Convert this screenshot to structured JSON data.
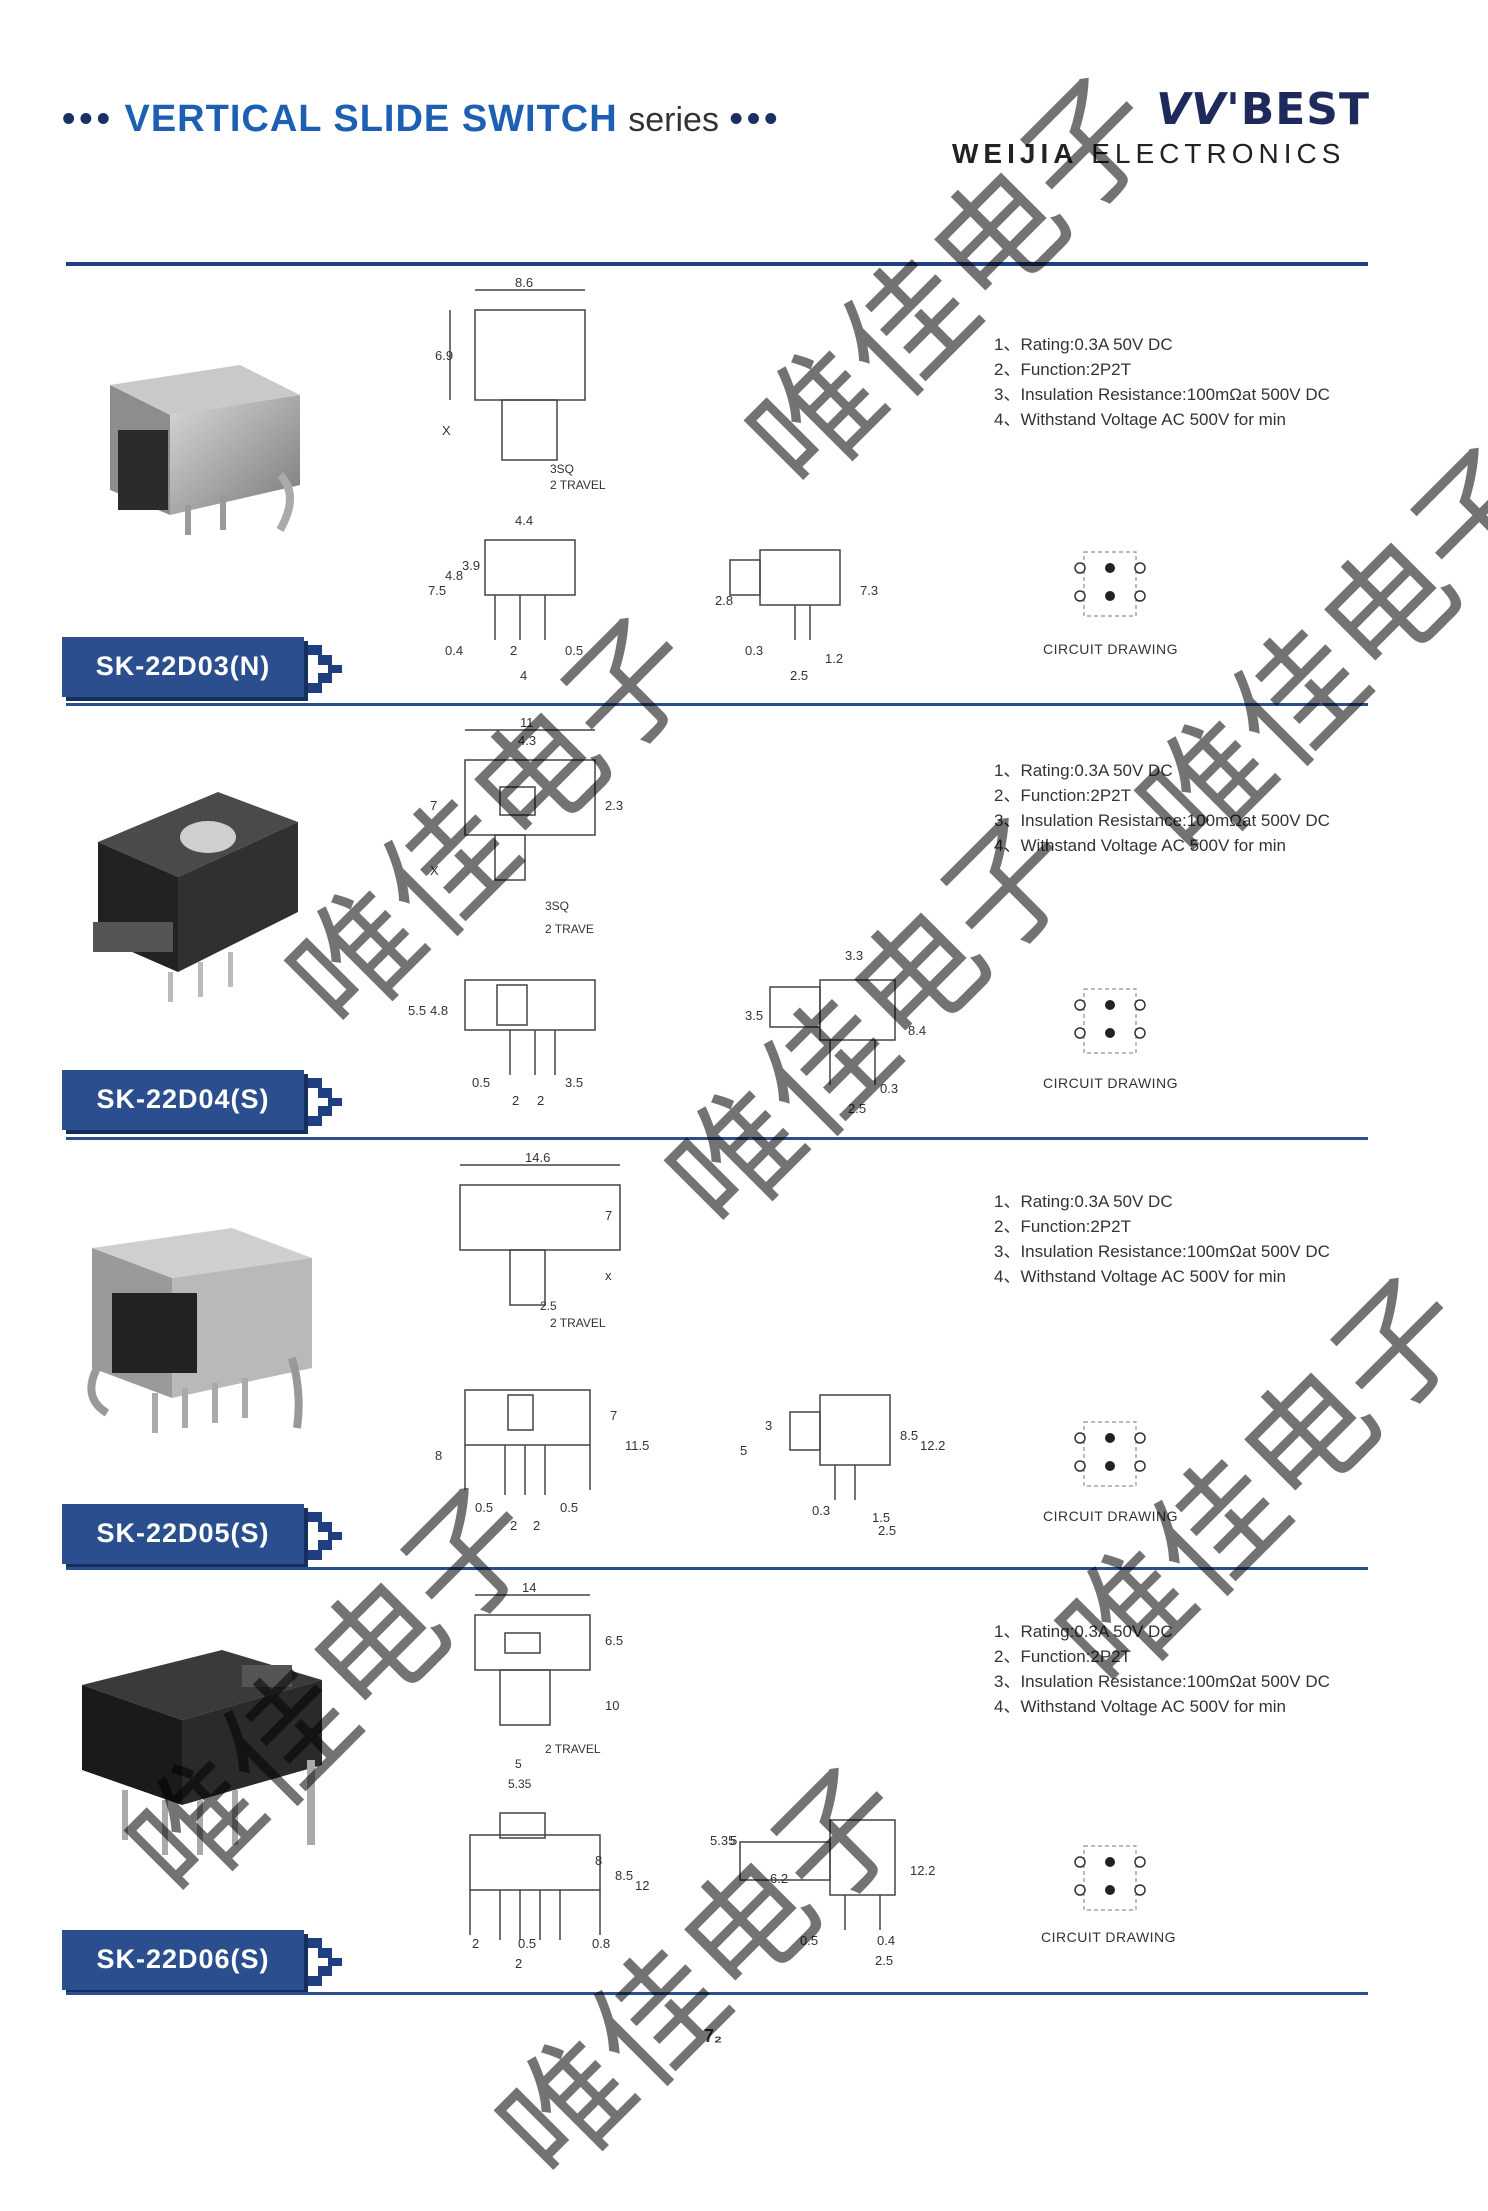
{
  "header": {
    "dots_left": "•••",
    "title": "VERTICAL SLIDE SWITCH",
    "series": "series",
    "dots_right": "•••",
    "logo_mark": "VV'",
    "logo_word": "BEST",
    "logo_sub_bold": "WEIJIA",
    "logo_sub": "ELECTRONICS"
  },
  "watermark_text": "唯佳电子",
  "products": [
    {
      "model": "SK-22D03(N)",
      "specs": [
        "1、Rating:0.3A 50V DC",
        "2、Function:2P2T",
        "3、Insulation Resistance:100mΩat 500V DC",
        "4、Withstand Voltage AC 500V for min"
      ],
      "circuit_label": "CIRCUIT DRAWING",
      "dims": {
        "w": "8.6",
        "h": "6.9",
        "x": "X",
        "sq": "3SQ",
        "travel": "2 TRAVEL",
        "pin": "4.4",
        "h1": "7.5",
        "h2": "4.8",
        "h3": "3.9",
        "p1": "0.4",
        "p2": "2",
        "p3": "0.5",
        "p4": "4",
        "s1": "2.8",
        "s2": "7.3",
        "s3": "0.3",
        "s4": "1.2",
        "s5": "2.5"
      }
    },
    {
      "model": "SK-22D04(S)",
      "specs": [
        "1、Rating:0.3A 50V DC",
        "2、Function:2P2T",
        "3、Insulation Resistance:100mΩat 500V DC",
        "4、Withstand Voltage AC 500V for min"
      ],
      "circuit_label": "CIRCUIT DRAWING",
      "dims": {
        "w": "11",
        "w2": "4.3",
        "h": "7",
        "h2": "2.3",
        "x": "X",
        "sq": "3SQ",
        "travel": "2 TRAVE",
        "h1": "5.5",
        "h3": "4.8",
        "p1": "0.5",
        "p2": "2",
        "p3": "2",
        "p4": "3.5",
        "s1": "3.3",
        "s2": "3.5",
        "s3": "8.4",
        "s4": "0.3",
        "s5": "2.5"
      }
    },
    {
      "model": "SK-22D05(S)",
      "specs": [
        "1、Rating:0.3A 50V DC",
        "2、Function:2P2T",
        "3、Insulation Resistance:100mΩat 500V DC",
        "4、Withstand Voltage AC 500V for min"
      ],
      "circuit_label": "CIRCUIT DRAWING",
      "dims": {
        "w": "14.6",
        "h": "7",
        "x": "x",
        "t1": "2.5",
        "travel": "2 TRAVEL",
        "h1": "8",
        "h2": "7",
        "h3": "11.5",
        "p1": "0.5",
        "p2": "2",
        "p3": "2",
        "p4": "0.5",
        "s1": "5",
        "s2": "3",
        "s3": "8.5",
        "s4": "12.2",
        "s5": "0.3",
        "s6": "1.5",
        "s7": "2.5"
      }
    },
    {
      "model": "SK-22D06(S)",
      "specs": [
        "1、Rating:0.3A 50V DC",
        "2、Function:2P2T",
        "3、Insulation Resistance:100mΩat 500V DC",
        "4、Withstand Voltage AC 500V for min"
      ],
      "circuit_label": "CIRCUIT DRAWING",
      "dims": {
        "w": "14",
        "h": "6.5",
        "h2": "10",
        "travel": "2 TRAVEL",
        "t1": "5",
        "t2": "5.35",
        "h1": "8",
        "h3": "8.5",
        "h4": "12",
        "p1": "2",
        "p2": "0.5",
        "p3": "0.8",
        "p4": "2",
        "s1": "5.35",
        "s2": "5",
        "s3": "6.2",
        "s4": "12.2",
        "s5": "0.5",
        "s6": "0.4",
        "s7": "2.5"
      }
    }
  ],
  "page_number": "7₂"
}
